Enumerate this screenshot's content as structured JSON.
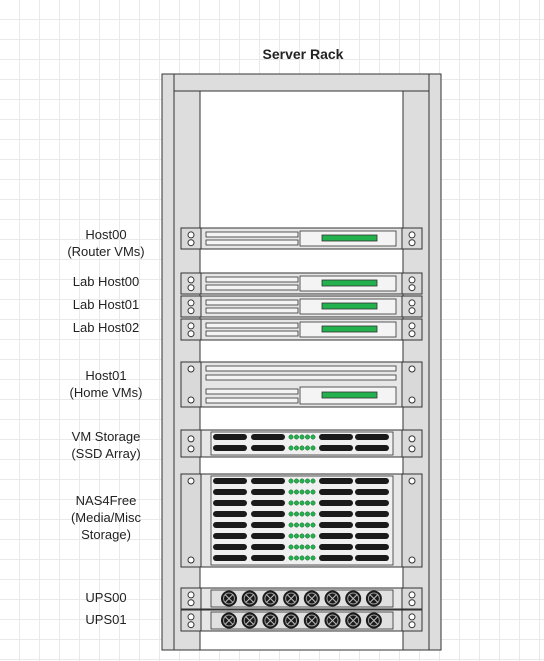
{
  "diagram": {
    "title": "Server Rack",
    "labels": {
      "host00": [
        "Host00",
        "(Router VMs)"
      ],
      "lab_host00": "Lab Host00",
      "lab_host01": "Lab Host01",
      "lab_host02": "Lab Host02",
      "host01": [
        "Host01",
        "(Home VMs)"
      ],
      "vm_storage": [
        "VM Storage",
        "(SSD Array)"
      ],
      "nas4free": [
        "NAS4Free",
        "(Media/Misc",
        "Storage)"
      ],
      "ups00": "UPS00",
      "ups01": "UPS01"
    },
    "colors": {
      "led_green": "#22b14c",
      "rack_frame": "#dddddd",
      "unit_face": "#e6e6e6",
      "outline": "#333333"
    }
  }
}
